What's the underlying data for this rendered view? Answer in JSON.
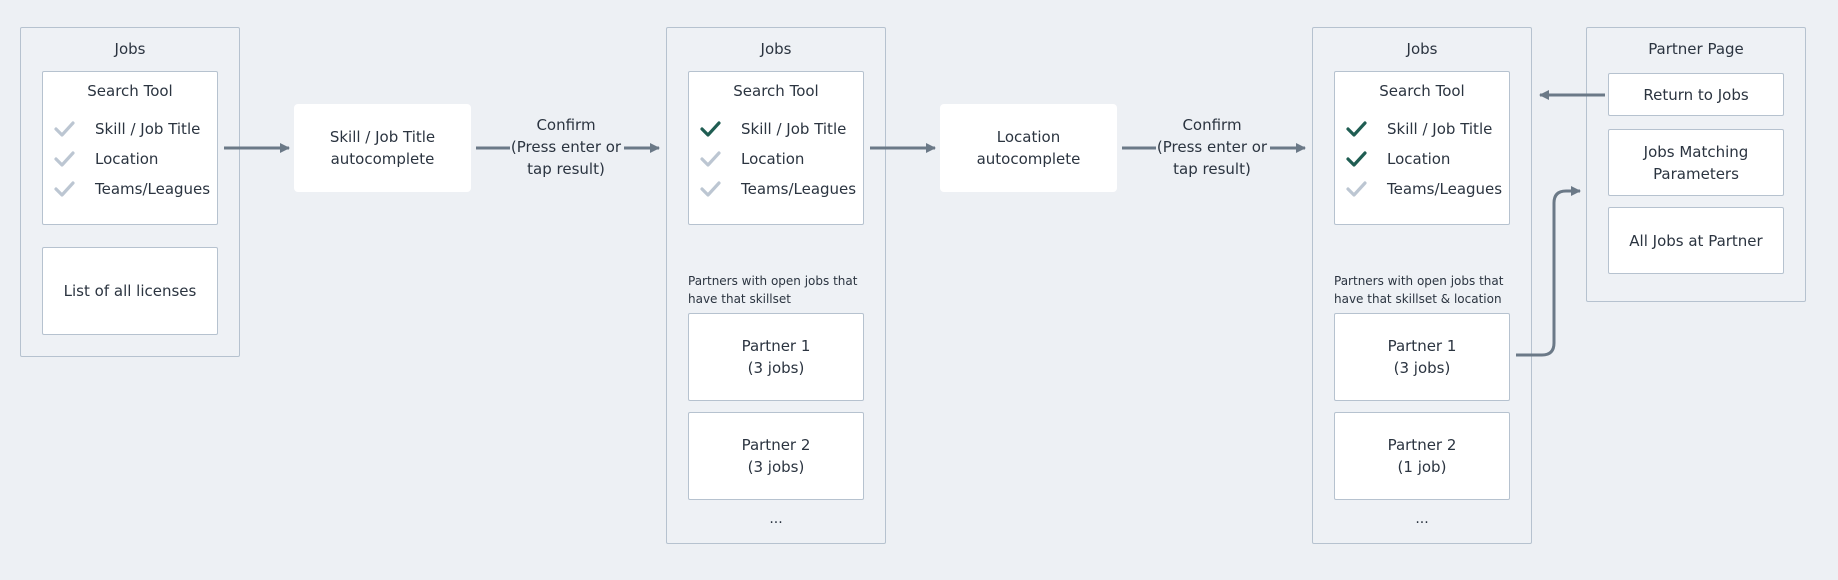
{
  "colors": {
    "check_active": "#1f5d52",
    "check_inactive": "#bcc6d2",
    "arrow": "#6b7987",
    "border": "#b6c2cf",
    "background": "#edf0f4"
  },
  "screen1": {
    "title": "Jobs",
    "search_tool": {
      "title": "Search Tool",
      "items": [
        {
          "label": "Skill / Job Title",
          "checked": false
        },
        {
          "label": "Location",
          "checked": false
        },
        {
          "label": "Teams/Leagues",
          "checked": false
        }
      ]
    },
    "licenses_label": "List of all licenses"
  },
  "skill_autocomplete": "Skill / Job Title\nautocomplete",
  "confirm1": "Confirm\n(Press enter or\ntap result)",
  "screen2": {
    "title": "Jobs",
    "search_tool": {
      "title": "Search Tool",
      "items": [
        {
          "label": "Skill / Job Title",
          "checked": true
        },
        {
          "label": "Location",
          "checked": false
        },
        {
          "label": "Teams/Leagues",
          "checked": false
        }
      ]
    },
    "caption": "Partners with open jobs that\nhave that skillset",
    "partners": [
      {
        "name": "Partner 1",
        "jobs": "(3 jobs)"
      },
      {
        "name": "Partner 2",
        "jobs": "(3 jobs)"
      }
    ],
    "ellipsis": "..."
  },
  "location_autocomplete": "Location\nautocomplete",
  "confirm2": "Confirm\n(Press enter or\ntap result)",
  "screen3": {
    "title": "Jobs",
    "search_tool": {
      "title": "Search Tool",
      "items": [
        {
          "label": "Skill / Job Title",
          "checked": true
        },
        {
          "label": "Location",
          "checked": true
        },
        {
          "label": "Teams/Leagues",
          "checked": false
        }
      ]
    },
    "caption": "Partners with open jobs that\nhave that skillset & location",
    "partners": [
      {
        "name": "Partner 1",
        "jobs": "(3 jobs)"
      },
      {
        "name": "Partner 2",
        "jobs": "(1 job)"
      }
    ],
    "ellipsis": "..."
  },
  "partner_page": {
    "title": "Partner Page",
    "buttons": [
      "Return to Jobs",
      "Jobs Matching\nParameters",
      "All Jobs at Partner"
    ]
  }
}
